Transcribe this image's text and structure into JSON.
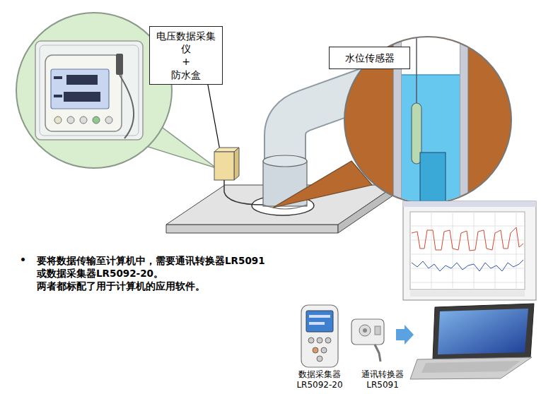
{
  "diagram": {
    "nodes": [
      {
        "text": [
          "电压数据采集仪 + 防水盒"
        ]
      },
      {
        "text": [
          "水位传感器"
        ]
      }
    ],
    "labels": [
      "•",
      "要将数据传输至计算机中，需要通讯转换器LR5091",
      "或数据采集器LR5092-20。",
      "两者都标配了用于计算机的应用软件。",
      "数据采集器",
      "LR5092-20",
      "通讯转换器",
      "LR5091"
    ]
  }
}
